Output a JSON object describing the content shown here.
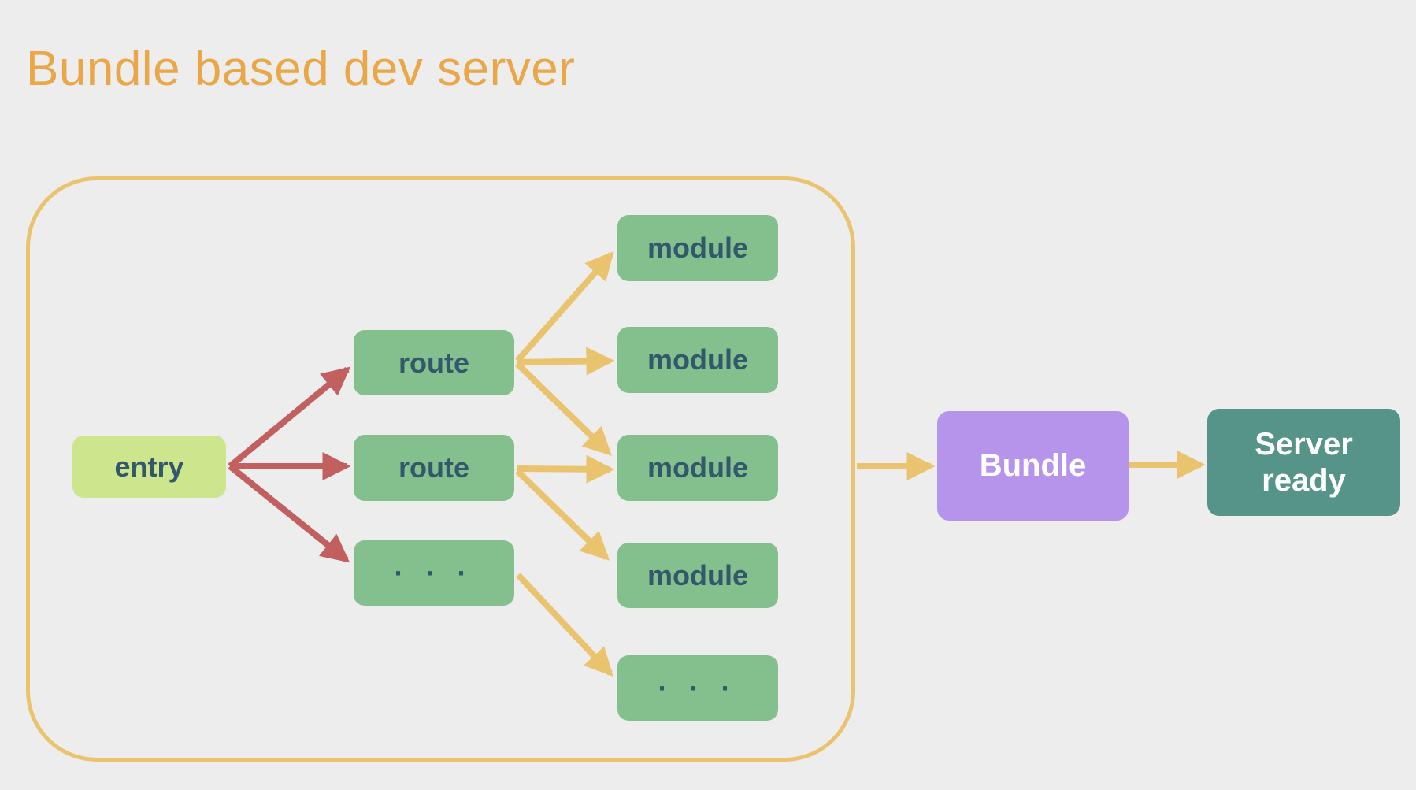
{
  "title": "Bundle based dev server",
  "nodes": {
    "entry": "entry",
    "routes": [
      "route",
      "route",
      "· · ·"
    ],
    "modules": [
      "module",
      "module",
      "module",
      "module",
      "· · ·"
    ],
    "bundle": "Bundle",
    "server_ready": "Server ready"
  },
  "edges": [
    {
      "from": "entry",
      "to": "route-1",
      "color": "red"
    },
    {
      "from": "entry",
      "to": "route-2",
      "color": "red"
    },
    {
      "from": "entry",
      "to": "route-3",
      "color": "red"
    },
    {
      "from": "route-1",
      "to": "module-1",
      "color": "yellow"
    },
    {
      "from": "route-1",
      "to": "module-2",
      "color": "yellow"
    },
    {
      "from": "route-1",
      "to": "module-3",
      "color": "yellow"
    },
    {
      "from": "route-2",
      "to": "module-3",
      "color": "yellow"
    },
    {
      "from": "route-2",
      "to": "module-4",
      "color": "yellow"
    },
    {
      "from": "route-3",
      "to": "module-5",
      "color": "yellow"
    },
    {
      "from": "dev-server-group",
      "to": "bundle",
      "color": "yellow"
    },
    {
      "from": "bundle",
      "to": "server-ready",
      "color": "yellow"
    }
  ],
  "colors": {
    "background": "#ededee",
    "title": "#eaa747",
    "group_border": "#e9c36e",
    "arrow_yellow": "#e9c36e",
    "arrow_red": "#c26060",
    "entry_fill": "#cde58c",
    "node_fill": "#84c08e",
    "node_text": "#33586b",
    "bundle_fill": "#b794ec",
    "server_fill": "#569489",
    "light_text": "#ffffff"
  }
}
